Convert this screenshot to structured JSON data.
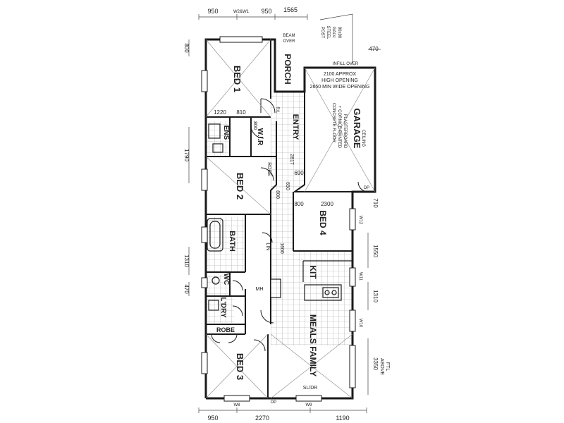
{
  "rooms": {
    "bed1": "BED 1",
    "bed2": "BED 2",
    "bed3": "BED 3",
    "bed4": "BED 4",
    "porch": "PORCH",
    "entry": "ENTRY",
    "garage": "GARAGE",
    "ens": "ENS",
    "wir": "W.I.R",
    "bath": "BATH",
    "wc": "WC",
    "ldry": "L'DRY",
    "robe": "ROBE",
    "kit": "KIT",
    "meals_family": "MEALS FAMILY",
    "robe_side": "ROBE",
    "linen": "LIN"
  },
  "dimensions": {
    "top_left": "950",
    "top_mid": "950",
    "top_right": "1565",
    "left_800": "800",
    "left_1790": "1790",
    "left_1310": "1310",
    "left_470": "470",
    "bed1_1220": "1220",
    "bed1_810": "810",
    "ens_800": "800",
    "entry_2817": "2817",
    "garage_690": "690",
    "bed4_800": "800",
    "bed4_2300": "2300",
    "hall_1600": "1600",
    "right_470": "470",
    "right_710": "710",
    "right_1550": "1550",
    "right_1310": "1310",
    "right_3350": "3350",
    "bottom_950": "950",
    "bottom_2270": "2270",
    "bottom_1190": "1190",
    "stair_600": "600",
    "stair_650": "650"
  },
  "notes": {
    "garage_opening_1": "2100 APPROX",
    "garage_opening_2": "HIGH OPENING",
    "garage_opening_3": "2650 MIN WIDE OPENING",
    "garage_ceiling_1": "CONCRETE FLOOR",
    "garage_ceiling_2": "+ CORNICE PAINTED",
    "garage_ceiling_3": "PLASTERBOARD",
    "garage_ceiling_4": "CEILING",
    "infill": "INFILL OVER",
    "steel_post_1": "90x90",
    "steel_post_2": "GALV.",
    "steel_post_3": "STEEL",
    "steel_post_4": "POST",
    "beam_over": "BEAM",
    "beam_over_2": "OVER",
    "window_top": "W2&W1",
    "meals_door": "SL/DR",
    "above_ftl_1": "ABOVE",
    "above_ftl_2": "FTL",
    "mh": "MH",
    "dp_1": "DP",
    "dp_2": "DP",
    "rl": "R/L",
    "w12": "W12",
    "w11": "W11",
    "w10": "W10",
    "w8": "W8",
    "w9": "W9"
  }
}
